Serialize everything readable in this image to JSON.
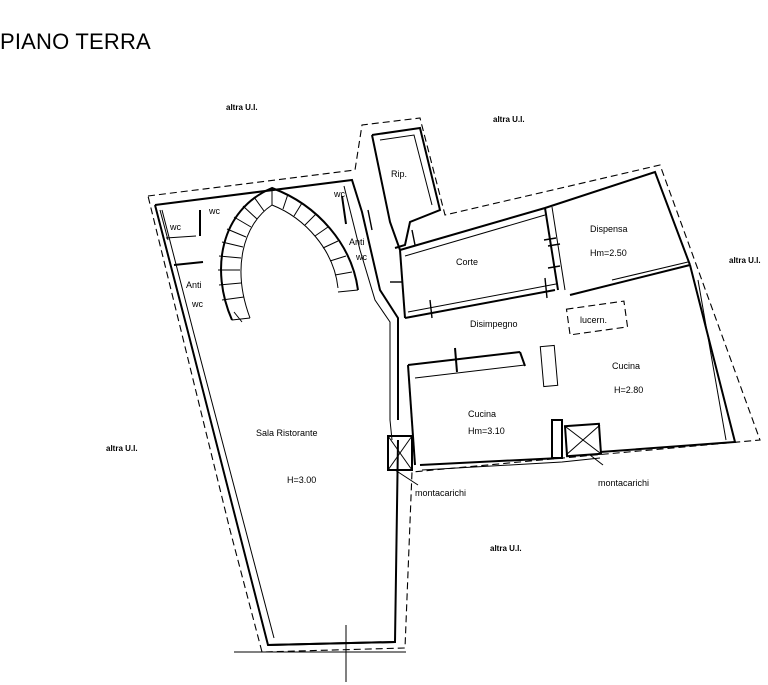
{
  "title": "PIANO TERRA",
  "neighbors": {
    "top_left": "altra U.I.",
    "top_center": "altra U.I.",
    "right": "altra U.I.",
    "left": "altra U.I.",
    "bottom": "altra U.I."
  },
  "rooms": {
    "wc_1": "wc",
    "wc_2": "wc",
    "wc_3": "wc",
    "wc_4": "wc",
    "wc_5": "wc",
    "anti_left": "Anti",
    "anti_right": "Anti",
    "rip": "Rip.",
    "corte": "Corte",
    "dispensa": "Dispensa",
    "dispensa_h": "Hm=2.50",
    "disimpegno": "Disimpegno",
    "lucern": "lucern.",
    "cucina_right": "Cucina",
    "cucina_right_h": "H=2.80",
    "cucina_left": "Cucina",
    "cucina_left_h": "Hm=3.10",
    "sala": "Sala Ristorante",
    "sala_h": "H=3.00",
    "montacarichi_left": "montacarichi",
    "montacarichi_right": "montacarichi"
  }
}
